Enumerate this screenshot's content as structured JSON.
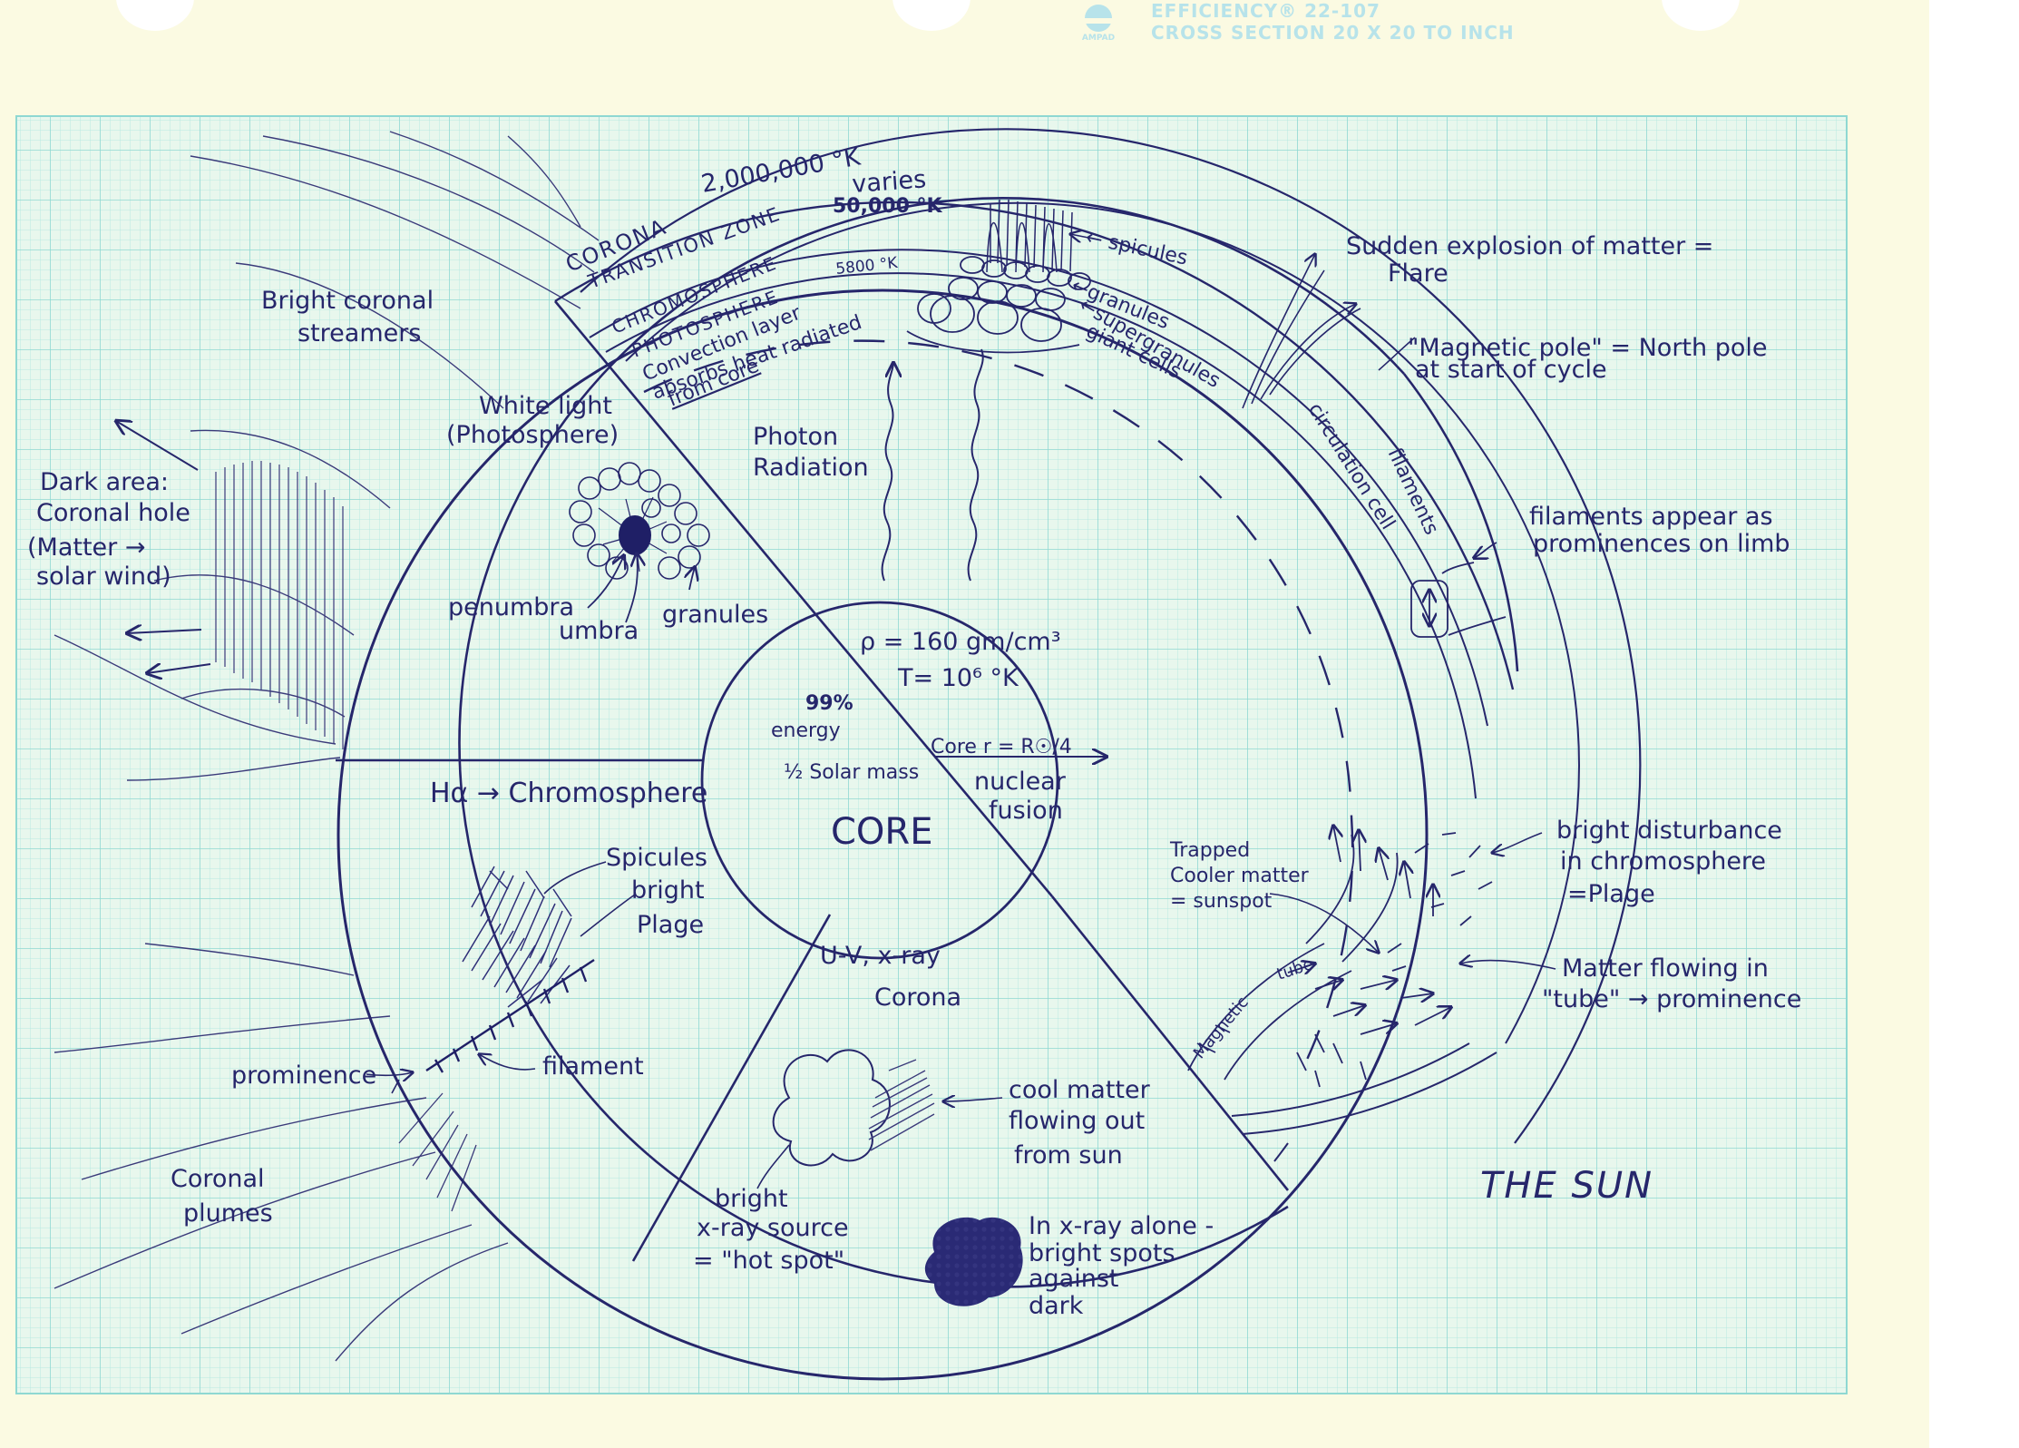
{
  "header": {
    "brand_line": "EFFICIENCY® 22-107",
    "paper_line": "CROSS SECTION 20 X 20 TO INCH",
    "logo_text": "AMPAD"
  },
  "title": "THE SUN",
  "core": {
    "label": "CORE",
    "density": "ρ = 160 gm/cm³",
    "temperature": "T= 10⁶ °K",
    "energy_pct": "99%",
    "energy_word": "energy",
    "mass": "½ Solar mass",
    "radius": "Core   r = R☉/4",
    "fusion_1": "nuclear",
    "fusion_2": "fusion"
  },
  "layers": {
    "corona": "CORONA",
    "corona_temp": "2,000,000 °K",
    "transition": "TRANSITION ZONE",
    "transition_varies": "varies",
    "transition_temp": "50,000 °K",
    "chromosphere": "CHROMOSPHERE",
    "photosphere": "PHOTOSPHERE",
    "photosphere_temp": "5800 °K",
    "convection_1": "Convection layer",
    "convection_2": "absorbs heat radiated",
    "convection_3": "from core"
  },
  "surface_labels": {
    "spicules": "← spicules",
    "granules": "←granules",
    "supergranules": "←supergranules",
    "giant_cells": "giant cells",
    "circulation": "circulation cell",
    "filaments": "filaments",
    "photon_1": "Photon",
    "photon_2": "Radiation"
  },
  "sectors": {
    "white_light_1": "White light",
    "white_light_2": "(Photosphere)",
    "penumbra": "penumbra",
    "umbra": "umbra",
    "granules": "granules",
    "halpha": "Hα → Chromosphere",
    "spicules": "Spicules",
    "bright": "bright",
    "plage": "Plage",
    "filament": "filament",
    "uv_1": "U-V, x-ray",
    "uv_2": "Corona",
    "cool_1": "cool matter",
    "cool_2": "flowing out",
    "cool_3": "from sun",
    "hot_1": "bright",
    "hot_2": "x-ray source",
    "hot_3": "= \"hot spot\"",
    "xray_1": "In x-ray alone -",
    "xray_2": "bright spots",
    "xray_3": "against",
    "xray_4": "dark"
  },
  "activity": {
    "trapped_1": "Trapped",
    "trapped_2": "Cooler matter",
    "trapped_3": "= sunspot",
    "magnetic": "Magnetic",
    "tube": "tube",
    "flare_1": "Sudden explosion of matter =",
    "flare_2": "Flare",
    "pole_1": "\"Magnetic pole\" = North pole",
    "pole_2": "at start of cycle",
    "filaments_1": "filaments appear as",
    "filaments_2": "prominences on limb",
    "plage_1": "bright disturbance",
    "plage_2": "in chromosphere",
    "plage_3": "=Plage",
    "matter_1": "Matter flowing in",
    "matter_2": "\"tube\" → prominence"
  },
  "outside": {
    "streamers_1": "Bright coronal",
    "streamers_2": "streamers",
    "hole_1": "Dark area:",
    "hole_2": "Coronal hole",
    "hole_3": "(Matter →",
    "hole_4": "solar wind)",
    "prominence": "prominence",
    "plumes_1": "Coronal",
    "plumes_2": "plumes"
  },
  "colors": {
    "ink": "#26266b",
    "grid": "#aee4df",
    "grid_major": "#8fd8d2",
    "paper": "#fbfae2",
    "paper_green": "#e7f7ec"
  }
}
